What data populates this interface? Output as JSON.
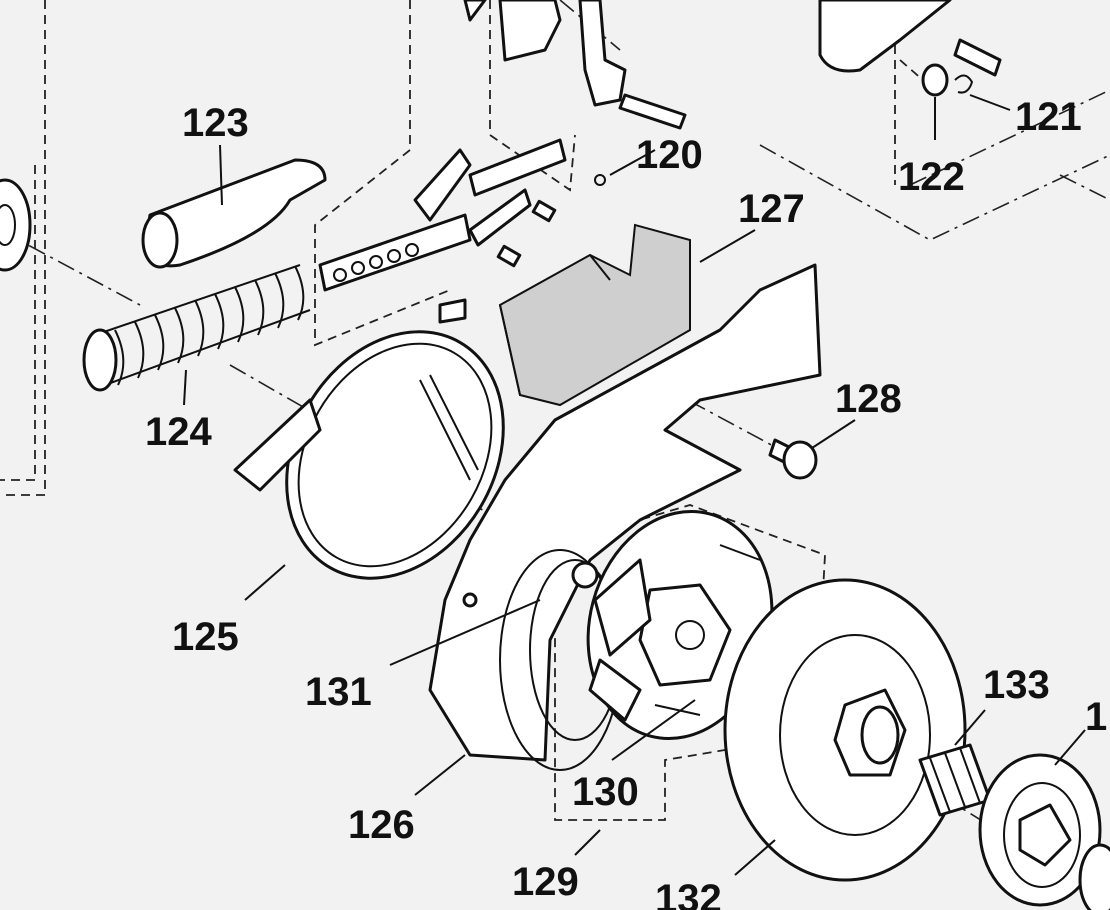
{
  "diagram": {
    "labels": {
      "p120": "120",
      "p121": "121",
      "p122": "122",
      "p123": "123",
      "p124": "124",
      "p125": "125",
      "p126": "126",
      "p127": "127",
      "p128": "128",
      "p129": "129",
      "p130": "130",
      "p131": "131",
      "p132": "132",
      "p133": "133",
      "p134_partial": "1"
    }
  }
}
